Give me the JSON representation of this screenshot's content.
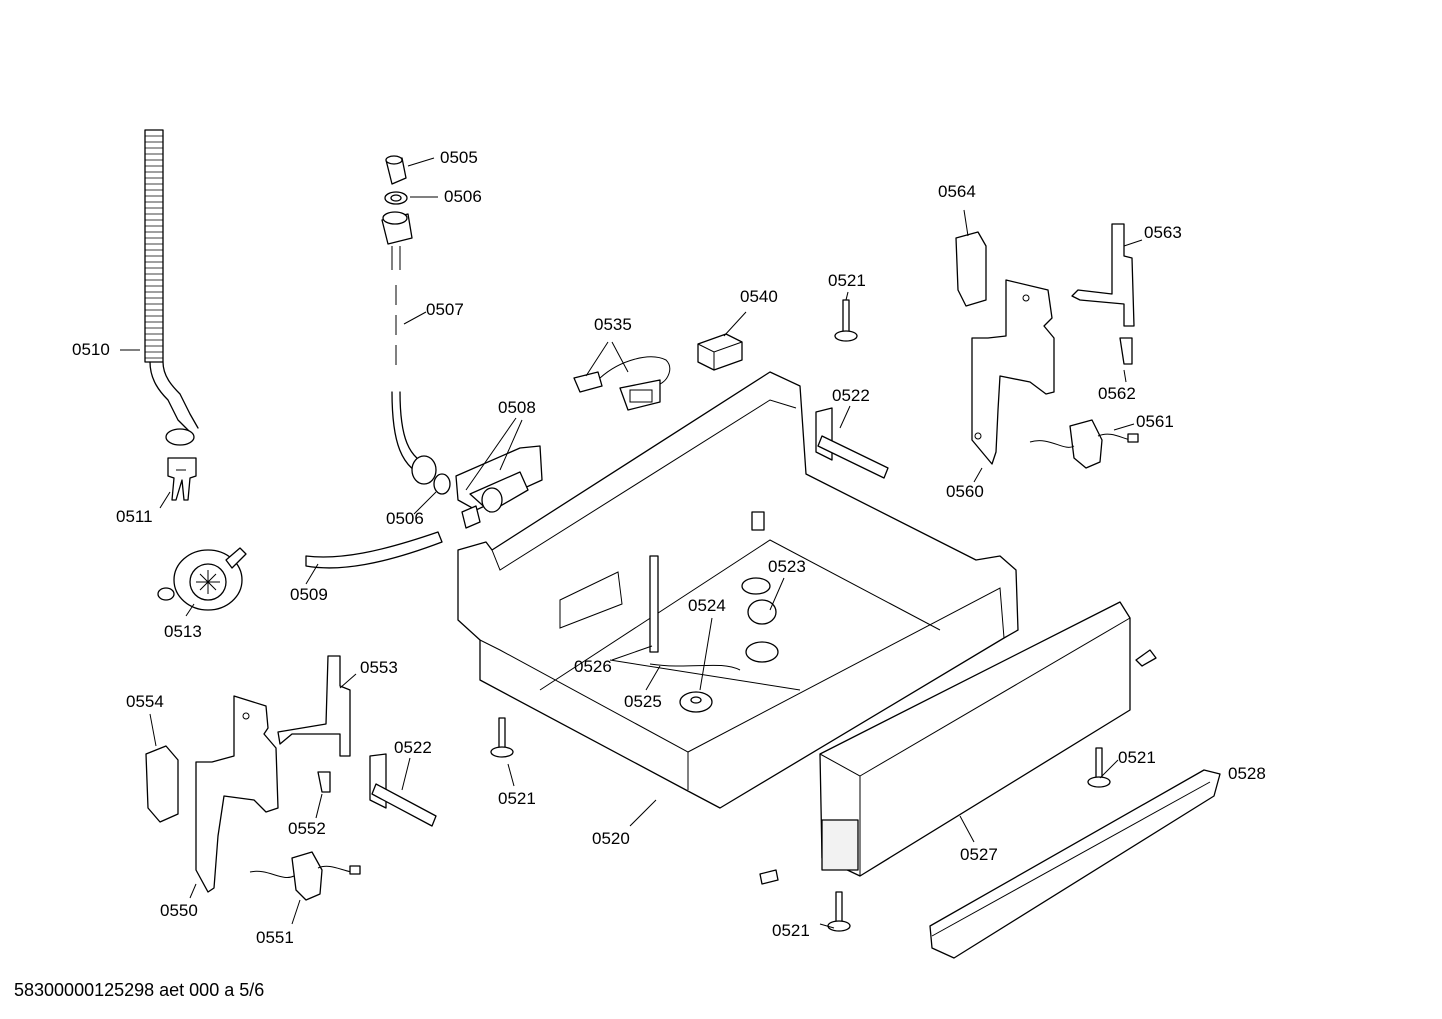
{
  "footer": {
    "code": "58300000125298 aet 000 a 5/6"
  },
  "callouts": [
    "0505",
    "0506",
    "0507",
    "0508",
    "0506",
    "0509",
    "0510",
    "0511",
    "0513",
    "0535",
    "0540",
    "0521",
    "0522",
    "0564",
    "0563",
    "0562",
    "0561",
    "0560",
    "0523",
    "0524",
    "0526",
    "0525",
    "0520",
    "0521",
    "0553",
    "0554",
    "0522",
    "0552",
    "0550",
    "0551",
    "0521",
    "0528",
    "0527",
    "0521"
  ]
}
